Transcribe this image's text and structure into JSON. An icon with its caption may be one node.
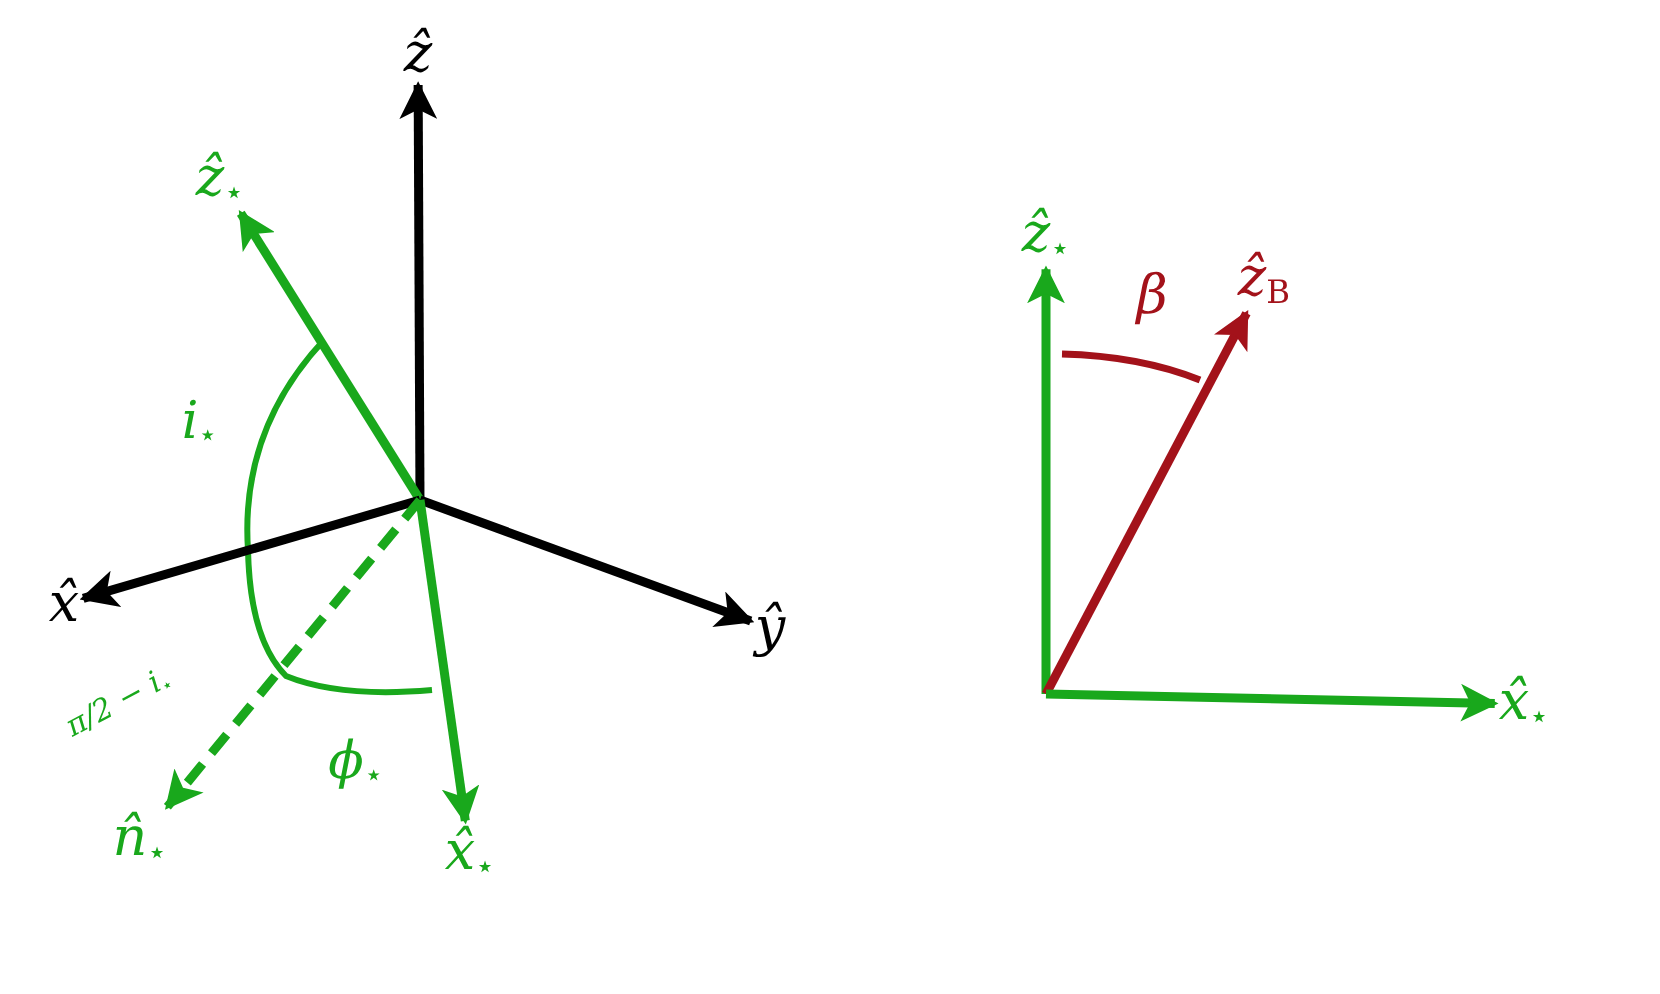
{
  "diagram": {
    "nodes": [
      {
        "text": [
          "ẑ"
        ]
      },
      {
        "text": [
          "ẑ$_{⋆}$"
        ]
      },
      {
        "text": [
          "x̂"
        ]
      },
      {
        "text": [
          "ŷ"
        ]
      },
      {
        "text": [
          "n̂$_{⋆}$"
        ]
      },
      {
        "text": [
          "x̂$_{⋆}$"
        ]
      },
      {
        "text": [
          "ẑ$_{⋆}$"
        ]
      },
      {
        "text": [
          "ẑ$_{B}$"
        ]
      },
      {
        "text": [
          "x̂$_{⋆}$"
        ]
      }
    ],
    "edges": [
      {
        "from": null,
        "to": 0,
        "arrow": "to",
        "color": "#000000"
      },
      {
        "from": null,
        "to": 1,
        "arrow": "to"
      },
      {
        "from": null,
        "to": 2,
        "arrow": "to",
        "color": "#000000"
      },
      {
        "from": null,
        "to": 3,
        "arrow": "to",
        "color": "#000000"
      },
      {
        "from": null,
        "to": 4,
        "arrow": "to",
        "style": "dashed"
      },
      {
        "from": null,
        "to": 5,
        "arrow": "to"
      },
      {
        "from": null,
        "to": 6,
        "arrow": "to"
      },
      {
        "from": null,
        "to": 7,
        "arrow": "to",
        "color": "#a3121a"
      },
      {
        "from": null,
        "to": 8,
        "arrow": "to"
      }
    ],
    "labels": [
      "i$_{⋆}$",
      "π/2 − i$_{⋆}$",
      "ϕ$_{⋆}$",
      "β"
    ]
  }
}
